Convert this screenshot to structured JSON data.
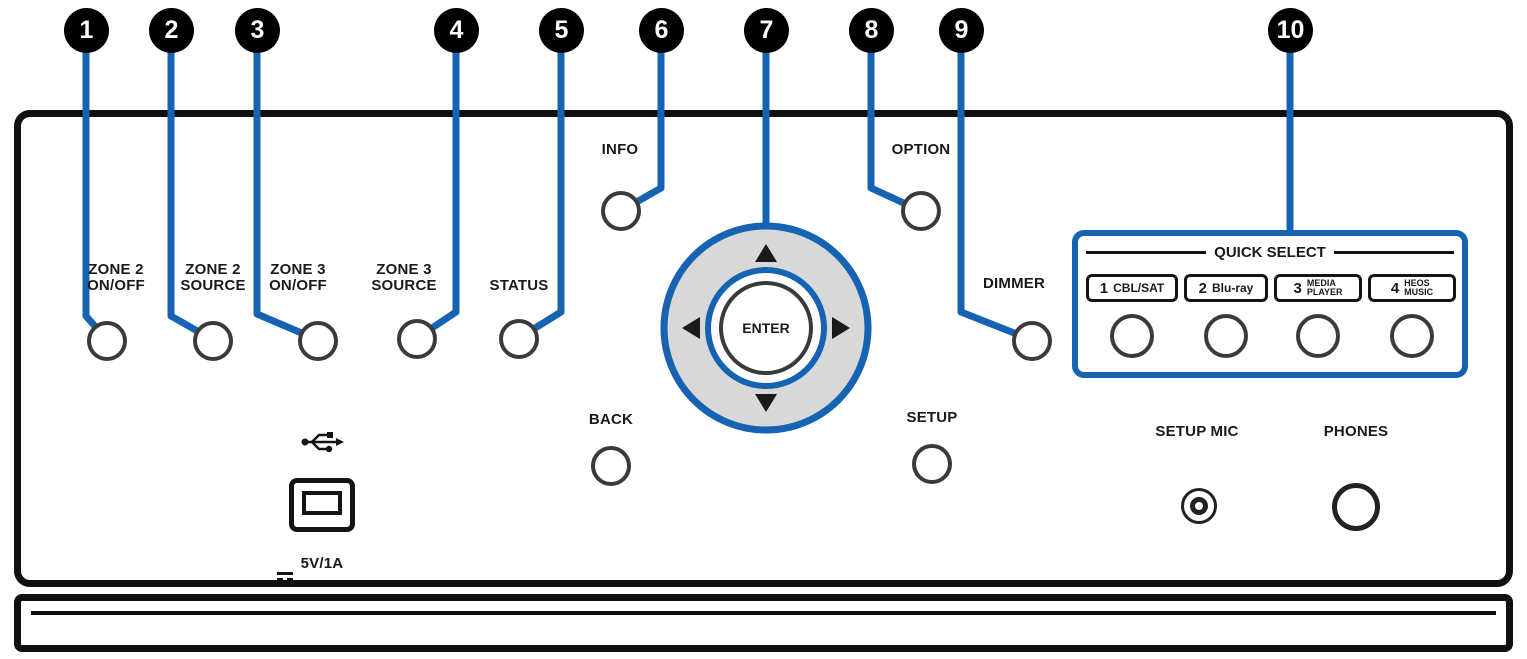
{
  "colors": {
    "accent": "#1563b2",
    "outline": "#101010",
    "pad_fill": "#d8d8d8"
  },
  "callouts": [
    "1",
    "2",
    "3",
    "4",
    "5",
    "6",
    "7",
    "8",
    "9",
    "10"
  ],
  "labels": {
    "zone2_onoff": {
      "l1": "ZONE 2",
      "l2": "ON/OFF"
    },
    "zone2_source": {
      "l1": "ZONE 2",
      "l2": "SOURCE"
    },
    "zone3_onoff": {
      "l1": "ZONE 3",
      "l2": "ON/OFF"
    },
    "zone3_source": {
      "l1": "ZONE 3",
      "l2": "SOURCE"
    },
    "status": "STATUS",
    "info": "INFO",
    "option": "OPTION",
    "back": "BACK",
    "setup": "SETUP",
    "dimmer": "DIMMER",
    "enter": "ENTER",
    "setup_mic": "SETUP MIC",
    "phones": "PHONES",
    "usb_power": "5V/1A"
  },
  "quick_select": {
    "title": "QUICK SELECT",
    "buttons": [
      {
        "num": "1",
        "line1": "CBL/SAT",
        "line2": ""
      },
      {
        "num": "2",
        "line1": "Blu-ray",
        "line2": ""
      },
      {
        "num": "3",
        "line1": "MEDIA",
        "line2": "PLAYER"
      },
      {
        "num": "4",
        "line1": "HEOS",
        "line2": "MUSIC"
      }
    ]
  }
}
